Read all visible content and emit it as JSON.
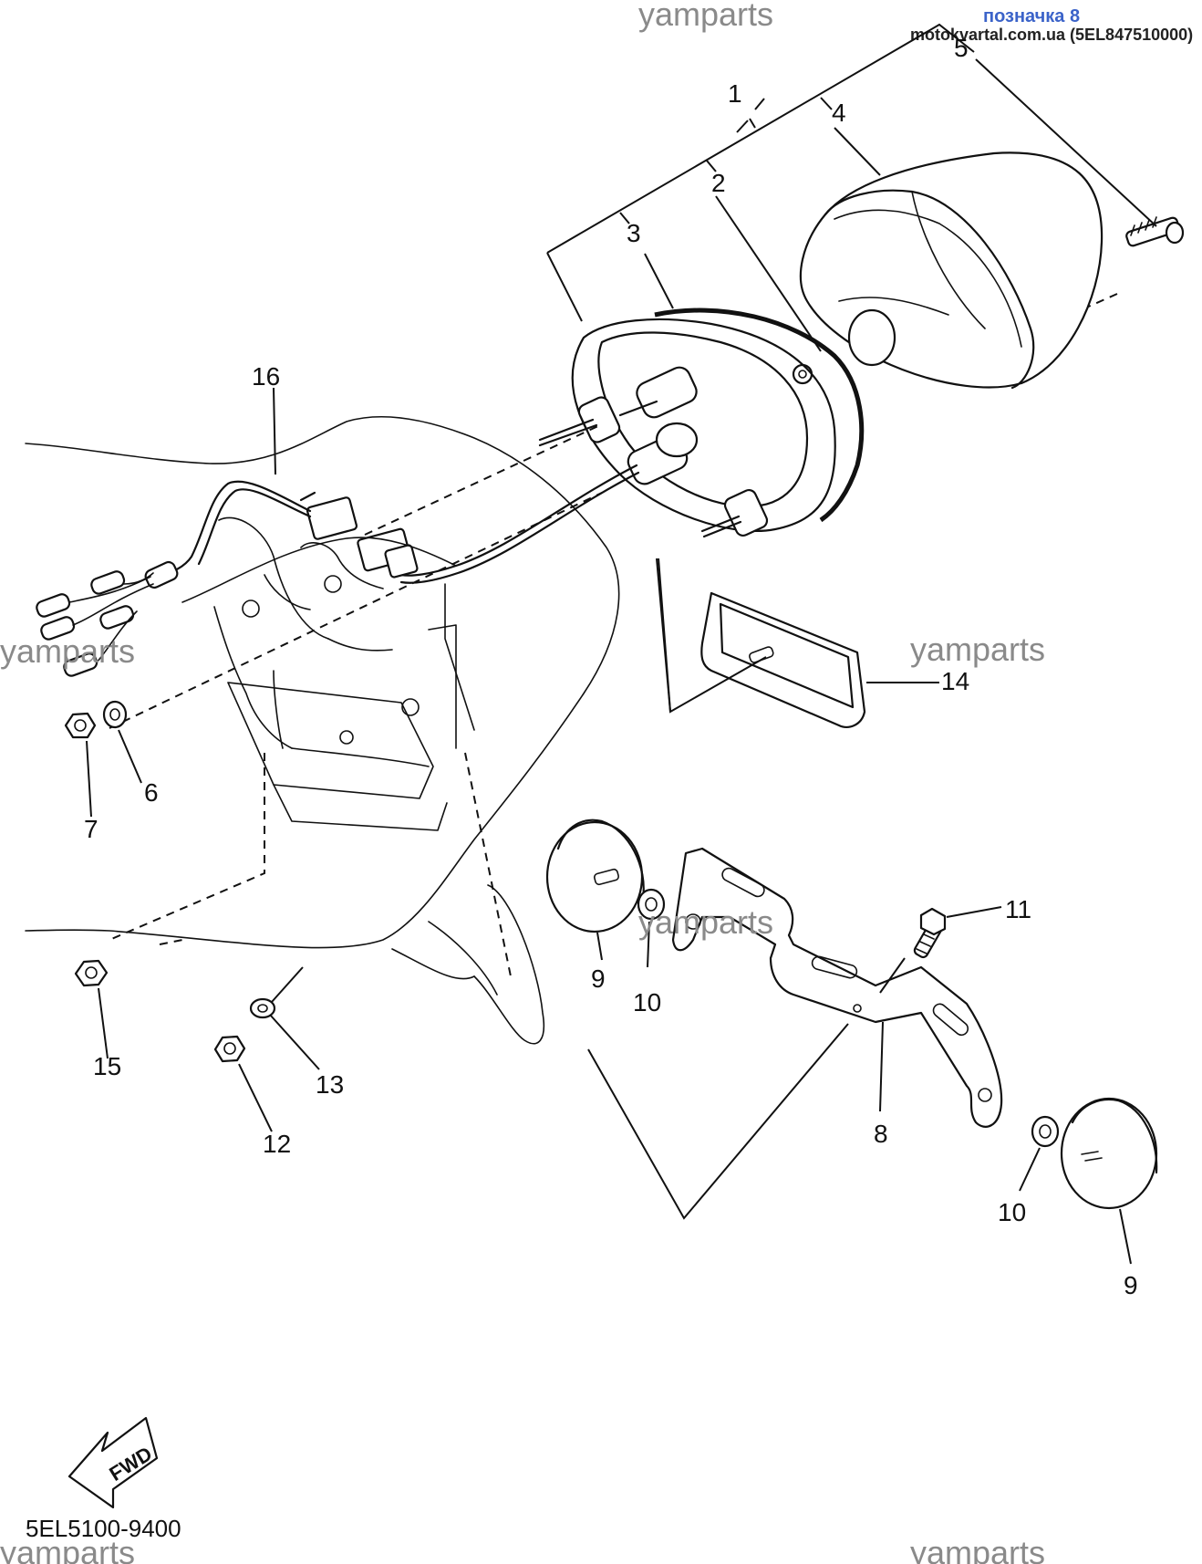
{
  "header": {
    "watermark_top": "yamparts",
    "badge": "позначка 8",
    "source": "motokvartal.com.ua (5EL847510000)"
  },
  "watermarks": [
    "yamparts",
    "yamparts",
    "yamparts",
    "yamparts",
    "yamparts"
  ],
  "callouts": [
    "1",
    "2",
    "3",
    "4",
    "5",
    "6",
    "7",
    "8",
    "9",
    "10",
    "11",
    "12",
    "13",
    "14",
    "15",
    "16",
    "9",
    "10"
  ],
  "fwd_label": "FWD",
  "part_code": "5EL5100-9400"
}
